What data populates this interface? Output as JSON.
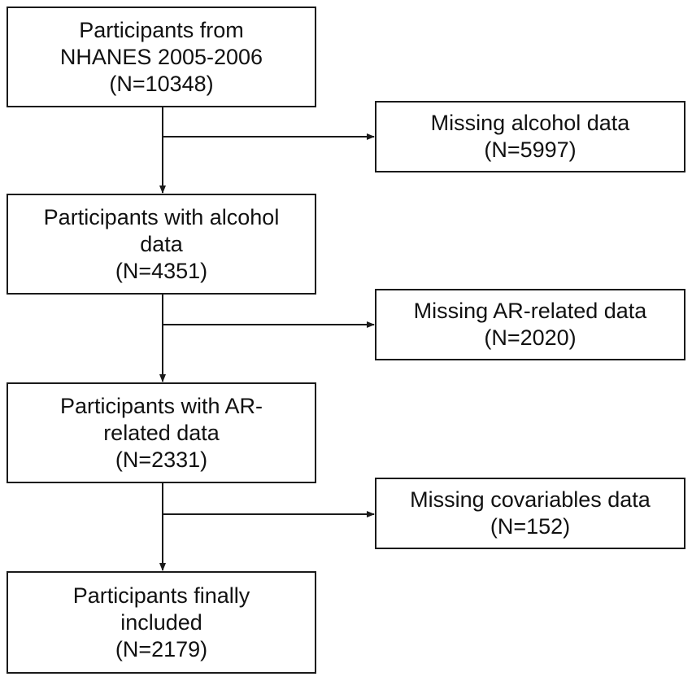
{
  "boxes": {
    "main_1": {
      "lines": [
        "Participants from",
        "NHANES 2005-2006",
        "(N=10348)"
      ]
    },
    "excl_1": {
      "lines": [
        "Missing alcohol data",
        "(N=5997)"
      ]
    },
    "main_2": {
      "lines": [
        "Participants with alcohol",
        "data",
        "(N=4351)"
      ]
    },
    "excl_2": {
      "lines": [
        "Missing AR-related data",
        "(N=2020)"
      ]
    },
    "main_3": {
      "lines": [
        "Participants with AR-",
        "related data",
        "(N=2331)"
      ]
    },
    "excl_3": {
      "lines": [
        "Missing covariables data",
        "(N=152)"
      ]
    },
    "main_4": {
      "lines": [
        "Participants finally",
        "included",
        "(N=2179)"
      ]
    }
  },
  "colors": {
    "line": "#1a1a1a",
    "text": "#111111",
    "background": "#ffffff"
  }
}
